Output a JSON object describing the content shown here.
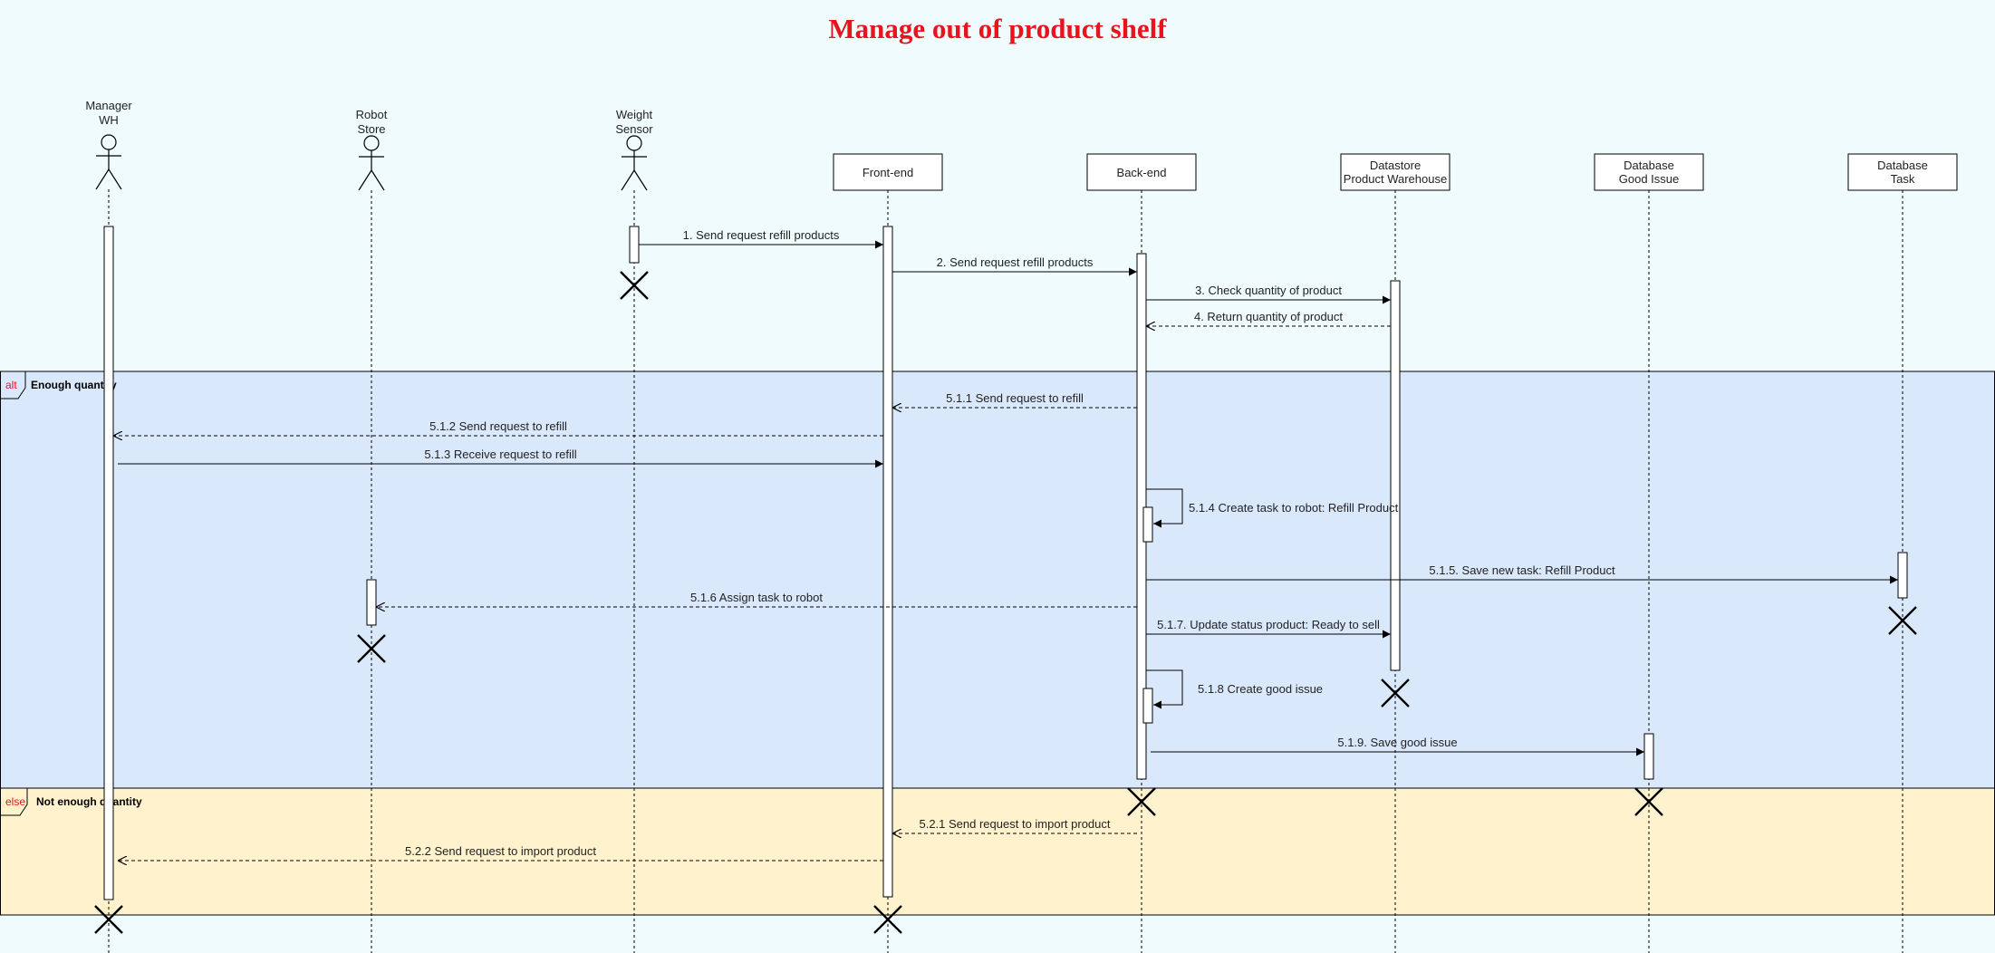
{
  "title": "Manage out of product shelf",
  "colors": {
    "title": "#e8131d",
    "background": "#effbfd",
    "alt_fill": "#dae8fc",
    "else_fill": "#fff2cc",
    "guard_keyword": "#e8131d",
    "line": "#000000"
  },
  "participants": [
    {
      "id": "manager",
      "kind": "actor",
      "lines": [
        "Manager",
        "WH"
      ]
    },
    {
      "id": "robot",
      "kind": "actor",
      "lines": [
        "Robot",
        "Store"
      ]
    },
    {
      "id": "sensor",
      "kind": "actor",
      "lines": [
        "Weight",
        "Sensor"
      ]
    },
    {
      "id": "frontend",
      "kind": "box",
      "lines": [
        "Front-end"
      ]
    },
    {
      "id": "backend",
      "kind": "box",
      "lines": [
        "Back-end"
      ]
    },
    {
      "id": "datastore",
      "kind": "box",
      "lines": [
        "Datastore",
        "Product Warehouse"
      ]
    },
    {
      "id": "goodissue",
      "kind": "box",
      "lines": [
        "Database",
        "Good Issue"
      ]
    },
    {
      "id": "task",
      "kind": "box",
      "lines": [
        "Database",
        "Task"
      ]
    }
  ],
  "fragments": [
    {
      "keyword": "alt",
      "guard": "Enough quantity"
    },
    {
      "keyword": "else",
      "guard": "Not enough quantity"
    }
  ],
  "messages": [
    {
      "from": "sensor",
      "to": "frontend",
      "label": "1. Send request refill products",
      "type": "sync"
    },
    {
      "from": "frontend",
      "to": "backend",
      "label": "2. Send request refill products",
      "type": "sync"
    },
    {
      "from": "backend",
      "to": "datastore",
      "label": "3. Check quantity of product",
      "type": "sync"
    },
    {
      "from": "datastore",
      "to": "backend",
      "label": "4. Return quantity of product",
      "type": "reply"
    },
    {
      "from": "backend",
      "to": "frontend",
      "label": "5.1.1 Send request to refill",
      "type": "reply"
    },
    {
      "from": "frontend",
      "to": "manager",
      "label": "5.1.2 Send request to refill",
      "type": "reply"
    },
    {
      "from": "manager",
      "to": "frontend",
      "label": "5.1.3 Receive request to refill",
      "type": "sync"
    },
    {
      "from": "backend",
      "to": "backend",
      "label": "5.1.4 Create task to robot: Refill Product",
      "type": "self"
    },
    {
      "from": "backend",
      "to": "task",
      "label": "5.1.5. Save new task: Refill Product",
      "type": "sync"
    },
    {
      "from": "backend",
      "to": "robot",
      "label": "5.1.6 Assign task to robot",
      "type": "reply"
    },
    {
      "from": "backend",
      "to": "datastore",
      "label": "5.1.7. Update status product: Ready to sell",
      "type": "sync"
    },
    {
      "from": "backend",
      "to": "backend",
      "label": "5.1.8 Create good issue",
      "type": "self"
    },
    {
      "from": "backend",
      "to": "goodissue",
      "label": "5.1.9. Save good issue",
      "type": "sync"
    },
    {
      "from": "backend",
      "to": "frontend",
      "label": "5.2.1 Send request to import product",
      "type": "reply"
    },
    {
      "from": "frontend",
      "to": "manager",
      "label": "5.2.2 Send request to import product",
      "type": "reply"
    }
  ]
}
